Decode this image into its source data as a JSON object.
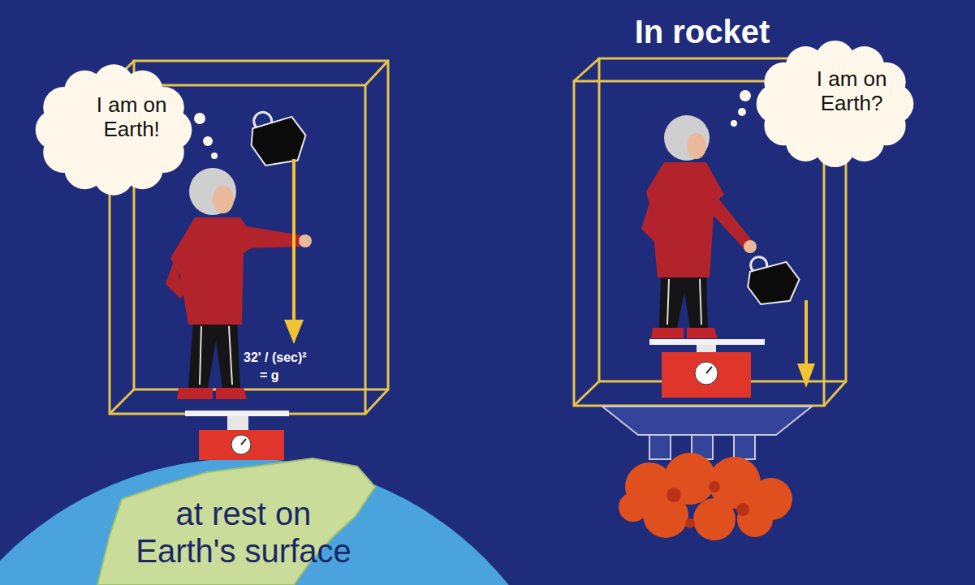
{
  "diagram": {
    "nodes": [
      {
        "text": [
          "I am on Earth!"
        ]
      },
      {
        "text": [
          "I am on Earth?"
        ]
      }
    ],
    "labels": [
      "In rocket",
      "32' / (sec)²",
      "= g",
      "at rest on Earth's surface"
    ]
  }
}
